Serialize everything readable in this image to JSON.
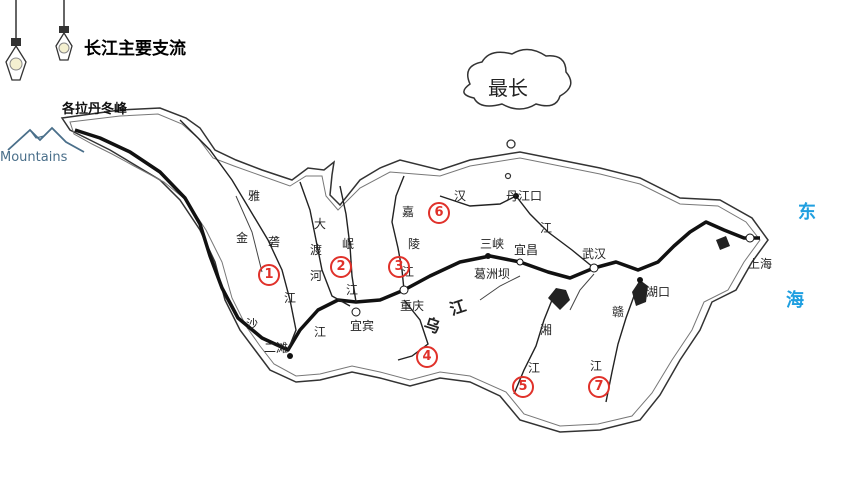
{
  "title": "长江主要支流",
  "peak": "各拉丹冬峰",
  "logo_text": "Mountains",
  "thought": "最长",
  "sea": [
    "东",
    "海"
  ],
  "rivers": {
    "jinsha": [
      "金",
      "沙"
    ],
    "yalong": [
      "雅",
      "砻",
      "江"
    ],
    "dadu": [
      "大",
      "渡",
      "河"
    ],
    "min": [
      "岷",
      "江"
    ],
    "jialing": [
      "嘉",
      "陵",
      "江"
    ],
    "wu": [
      "乌",
      "江"
    ],
    "han": [
      "汉",
      "江"
    ],
    "xiang": [
      "湘",
      "江"
    ],
    "gan": [
      "赣",
      "江"
    ],
    "chuan": "江"
  },
  "places": {
    "ertan": "二滩",
    "yibin": "宜宾",
    "chongqing": "重庆",
    "sanxia": "三峡",
    "yichang": "宜昌",
    "gezhouba": "葛洲坝",
    "danjiangkou": "丹江口",
    "wuhan": "武汉",
    "hukou": "湖口",
    "shanghai": "上海"
  },
  "markers": [
    "1",
    "2",
    "3",
    "4",
    "5",
    "6",
    "7"
  ],
  "colors": {
    "accent": "#e0312a",
    "sea": "#1f9fe0",
    "river": "#111111"
  }
}
